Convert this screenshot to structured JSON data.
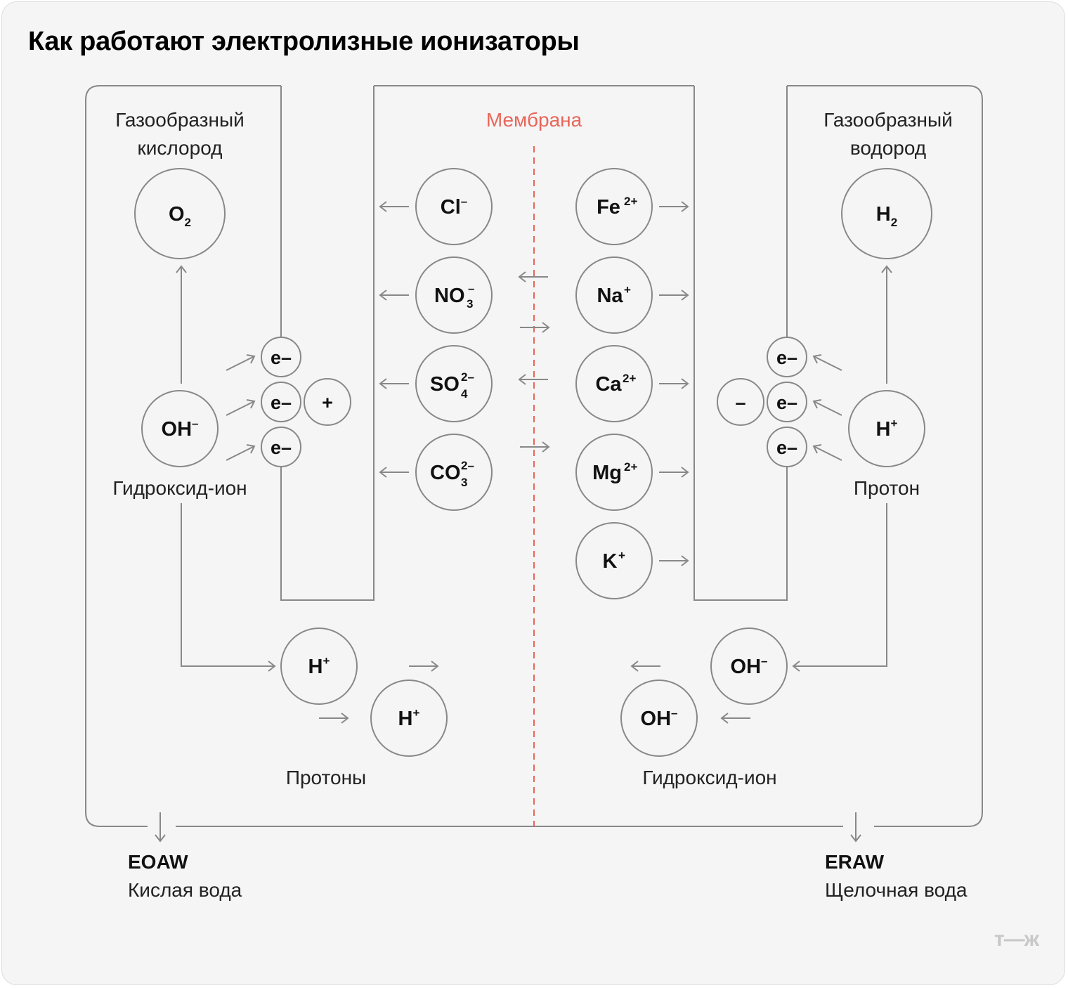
{
  "title": "Как работают электролизные ионизаторы",
  "labels": {
    "oxygen_gas": [
      "Газообразный",
      "кислород"
    ],
    "hydrogen_gas": [
      "Газообразный",
      "водород"
    ],
    "membrane": "Мембрана",
    "hydroxide_left": "Гидроксид-ион",
    "proton_right": "Протон",
    "protons_bottom": "Протоны",
    "hydroxide_bottom": "Гидроксид-ион"
  },
  "outputs": {
    "left": {
      "code": "EOAW",
      "name": "Кислая вода"
    },
    "right": {
      "code": "ERAW",
      "name": "Щелочная вода"
    }
  },
  "molecules": {
    "o2": {
      "base": "O",
      "sub": "2",
      "sup": ""
    },
    "h2": {
      "base": "H",
      "sub": "2",
      "sup": ""
    },
    "oh_left": {
      "base": "OH",
      "sub": "",
      "sup": "–"
    },
    "h_right": {
      "base": "H",
      "sub": "",
      "sup": "+"
    },
    "h_bottom_1": {
      "base": "H",
      "sub": "",
      "sup": "+"
    },
    "h_bottom_2": {
      "base": "H",
      "sub": "",
      "sup": "+"
    },
    "oh_bottom_1": {
      "base": "OH",
      "sub": "",
      "sup": "–"
    },
    "oh_bottom_2": {
      "base": "OH",
      "sub": "",
      "sup": "–"
    }
  },
  "anions": [
    {
      "base": "Cl",
      "sub": "",
      "sup": "–"
    },
    {
      "base": "NO",
      "sub": "3",
      "sup": "–"
    },
    {
      "base": "SO",
      "sub": "4",
      "sup": "2–"
    },
    {
      "base": "CO",
      "sub": "3",
      "sup": "2–"
    }
  ],
  "cations": [
    {
      "base": "Fe",
      "sub": "",
      "sup": "2+"
    },
    {
      "base": "Na",
      "sub": "",
      "sup": "+"
    },
    {
      "base": "Ca",
      "sub": "",
      "sup": "2+"
    },
    {
      "base": "Mg",
      "sub": "",
      "sup": "2+"
    },
    {
      "base": "K",
      "sub": "",
      "sup": "+"
    }
  ],
  "electrode": {
    "electron": "e–",
    "anode_sign": "+",
    "cathode_sign": "–"
  },
  "logo": "т—ж",
  "colors": {
    "background": "#f5f5f5",
    "stroke": "#888888",
    "membrane": "#e8665a",
    "text": "#111111"
  }
}
